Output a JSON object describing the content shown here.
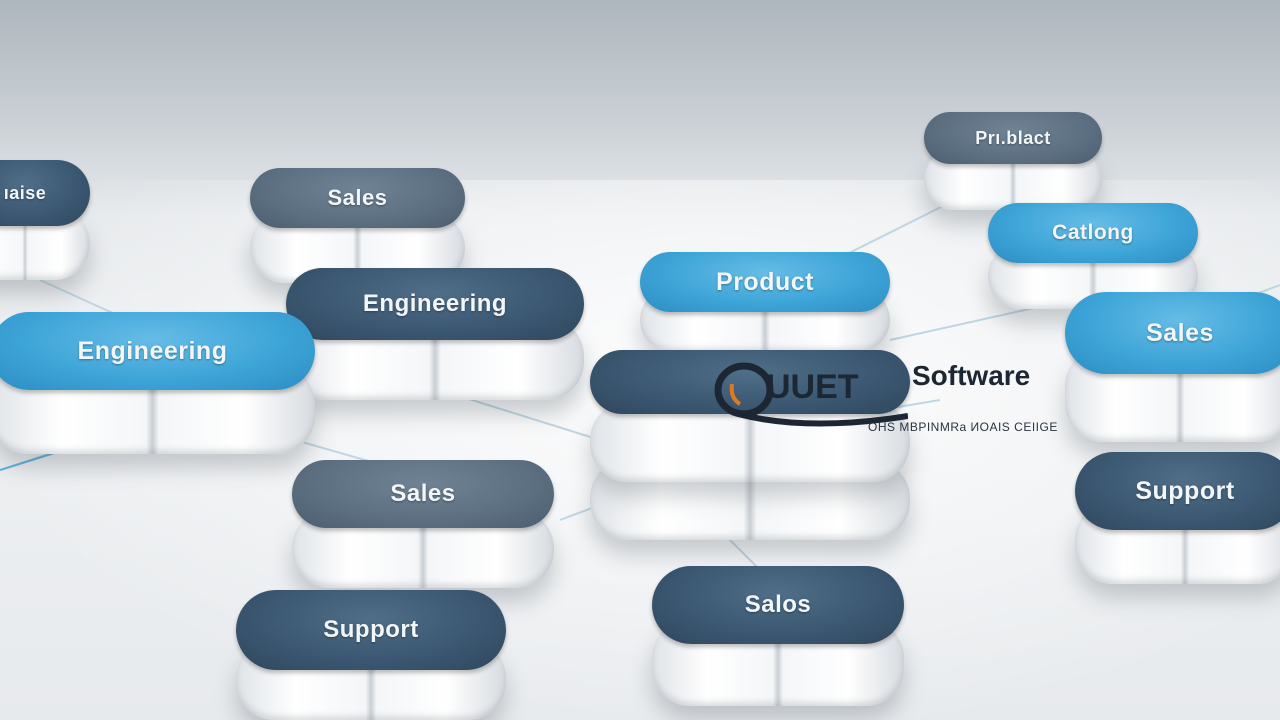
{
  "nodes": [
    {
      "label": "ıaise",
      "tone": "dark"
    },
    {
      "label": "Sales",
      "tone": "slate"
    },
    {
      "label": "Engineering",
      "tone": "dark"
    },
    {
      "label": "Engineering",
      "tone": "blue"
    },
    {
      "label": "Product",
      "tone": "blue"
    },
    {
      "label": "Prı.blact",
      "tone": "slate"
    },
    {
      "label": "Catlong",
      "tone": "blue"
    },
    {
      "label": "Sales",
      "tone": "blue"
    },
    {
      "label": "Sales",
      "tone": "slate"
    },
    {
      "label": "Support",
      "tone": "dark"
    },
    {
      "label": "Support",
      "tone": "dark"
    },
    {
      "label": "Salos",
      "tone": "dark"
    }
  ],
  "logo": {
    "mark_text": "UUET",
    "word": "Software",
    "tagline": "OHS MBPINMRa ИOAIS CEIIGE"
  },
  "colors": {
    "dark": "#3a5670",
    "slate": "#5b6f81",
    "blue": "#3ea5d8"
  }
}
